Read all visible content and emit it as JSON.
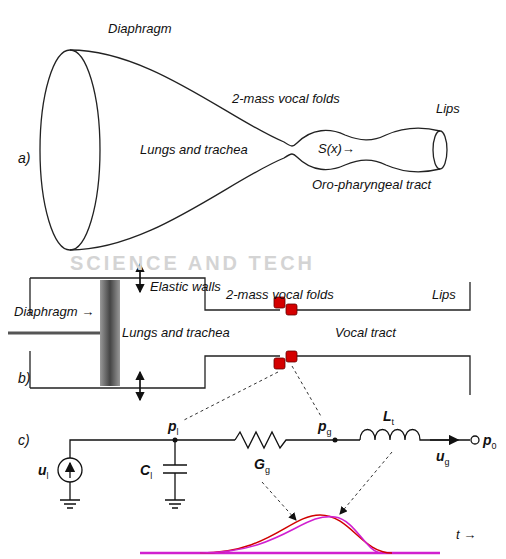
{
  "diagram": {
    "labels": [
      "Diaphragm",
      "2-mass vocal folds",
      "Lungs and trachea",
      "S(x)→",
      "Oro-pharyngeal tract",
      "Lips",
      "a)",
      "SCIENCE AND TECH",
      "Elastic walls",
      "2-mass vocal folds",
      "Diaphragm →",
      "Lungs and trachea",
      "Vocal tract",
      "Lips",
      "b)",
      "pl",
      "pg",
      "Lt",
      "ul",
      "Cl",
      "Gg",
      "ug",
      "p0",
      "c)",
      "t →"
    ]
  }
}
